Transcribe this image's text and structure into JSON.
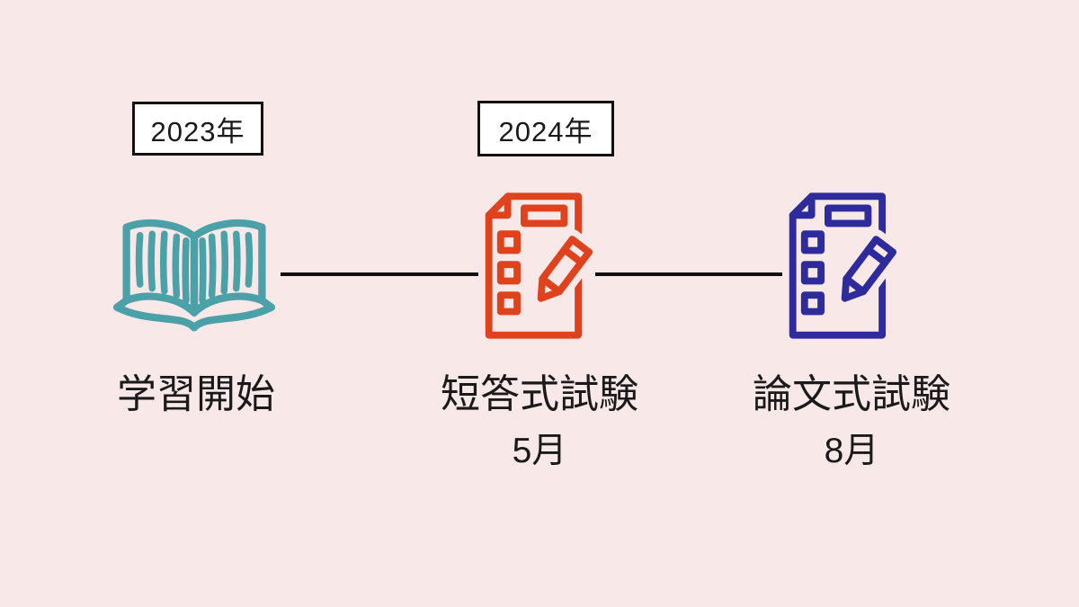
{
  "canvas": {
    "background_color": "#f9e8e8",
    "text_color": "#1a1a1a"
  },
  "year_badges": [
    {
      "label": "2023年"
    },
    {
      "label": "2024年"
    }
  ],
  "milestones": [
    {
      "label": "学習開始",
      "month": "",
      "icon": "open-book-icon",
      "color": "#4ba1a8"
    },
    {
      "label": "短答式試験",
      "month": "5月",
      "icon": "checklist-pencil-icon",
      "color": "#e0421d"
    },
    {
      "label": "論文式試験",
      "month": "8月",
      "icon": "checklist-pencil-icon",
      "color": "#2e2c9d"
    }
  ],
  "connectors": {
    "color": "#111111"
  }
}
